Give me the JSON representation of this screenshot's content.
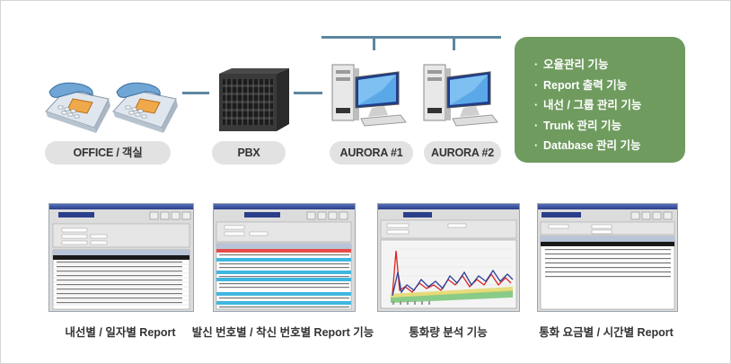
{
  "devices": {
    "office_label": "OFFICE / 객실",
    "pbx_label": "PBX",
    "aurora1_label": "AURORA #1",
    "aurora2_label": "AURORA #2"
  },
  "features": {
    "bullet": "·",
    "items": [
      "오율관리 기능",
      "Report 출력 기능",
      "내선 / 그룹 관리 기능",
      "Trunk 관리 기능",
      "Database 관리 기능"
    ]
  },
  "reports": [
    {
      "caption": "내선별 / 일자별 Report"
    },
    {
      "caption": "발신 번호별 / 착신 번호별 Report 기능"
    },
    {
      "caption": "통화량 분석 기능"
    },
    {
      "caption": "통화 요금별 / 시간별 Report"
    }
  ],
  "colors": {
    "connector": "#5c86a0",
    "feature_box": "#6f9b5f",
    "pill": "#e2e2e2"
  }
}
